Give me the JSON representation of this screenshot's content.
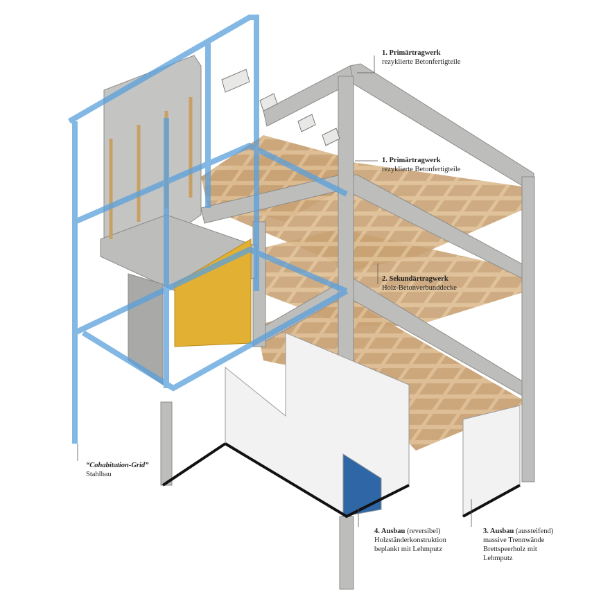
{
  "annotations": {
    "primary_top": {
      "title": "1. Primärtragwerk",
      "note": "",
      "detail": "rezyklierte Betonfertigteile"
    },
    "primary_mid": {
      "title": "1. Primärtragwerk",
      "note": "",
      "detail": "rezyklierte Betonfertigteile"
    },
    "secondary": {
      "title": "2. Sekundärtragwerk",
      "note": "",
      "detail": "Holz-Betonverbunddecke"
    },
    "grid": {
      "title": "“Cohabitation-Grid”",
      "note": "",
      "detail": "Stahlbau"
    },
    "fitout_reversible": {
      "title": "4. Ausbau",
      "note": " (reversibel)",
      "detail": "Holzständerkonstruktion\nbeplankt mit Lehmputz"
    },
    "fitout_bracing": {
      "title": "3. Ausbau",
      "note": " (aussteifend)",
      "detail": "massive Trennwände\nBrettspeerholz mit\nLehmputz"
    }
  },
  "colors": {
    "concrete": "#b9b9b7",
    "concrete_dark": "#8f8f8d",
    "timber": "#d7b68c",
    "steel_grid": "#5aa0dc",
    "yellow_panel": "#e2b032",
    "wall_white": "#f2f2f2"
  }
}
